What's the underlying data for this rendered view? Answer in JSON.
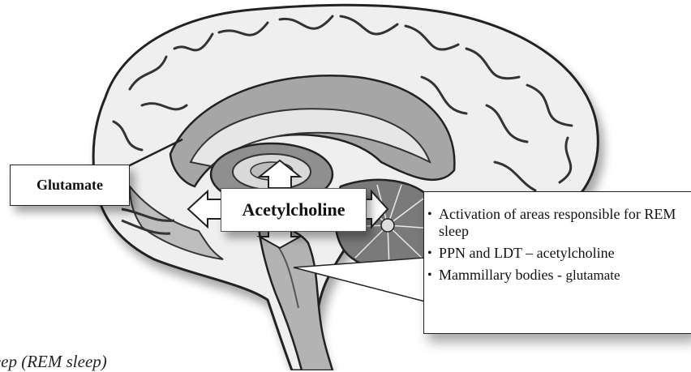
{
  "labels": {
    "glutamate": "Glutamate",
    "acetylcholine": "Acetylcholine"
  },
  "info": {
    "items": [
      {
        "text": "Activation of areas responsible for REM sleep",
        "tail": ""
      },
      {
        "text": "PPN and LDT – acetylcholine",
        "tail": ""
      },
      {
        "text": "Mammillary bodies - ",
        "tail": "glutamate"
      }
    ]
  },
  "caption": "leep (REM sleep)",
  "colors": {
    "outline": "#222222",
    "cortex": "#eeeeee",
    "shade": "#9a9a9a",
    "dark": "#6e6e6e",
    "box_border": "#222222"
  }
}
